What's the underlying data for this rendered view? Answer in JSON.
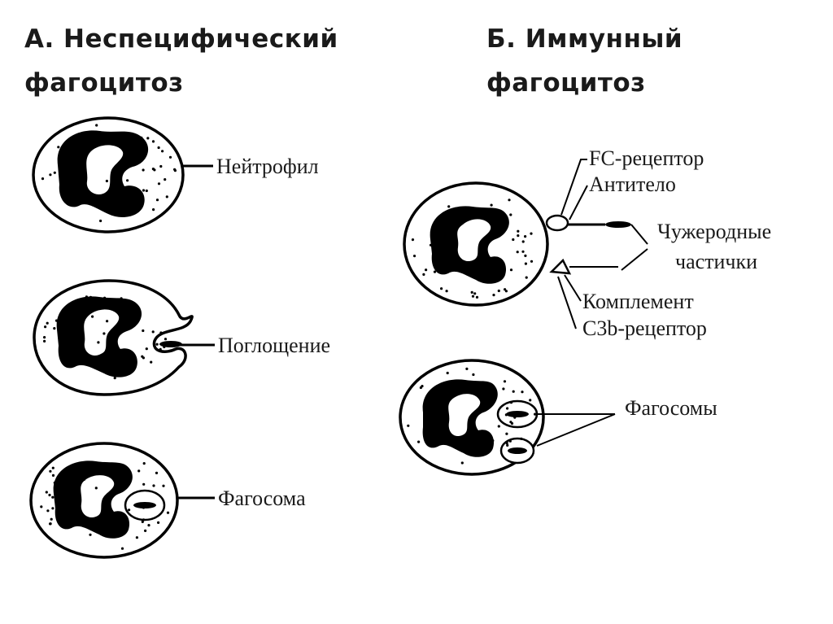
{
  "section_a": {
    "title_line1": "А.  Неспецифический",
    "title_line2": "фагоцитоз",
    "labels": {
      "neutrophil": "Нейтрофил",
      "engulfment": "Поглощение",
      "phagosome": "Фагосома"
    }
  },
  "section_b": {
    "title_line1": "Б.  Иммунный",
    "title_line2": "фагоцитоз",
    "labels": {
      "fc_receptor": "FC-рецептор",
      "antibody": "Антитело",
      "foreign_line1": "Чужеродные",
      "foreign_line2": "частички",
      "complement": "Комплемент",
      "c3b_receptor": "C3b-рецептор",
      "phagosomes": "Фагосомы"
    }
  }
}
